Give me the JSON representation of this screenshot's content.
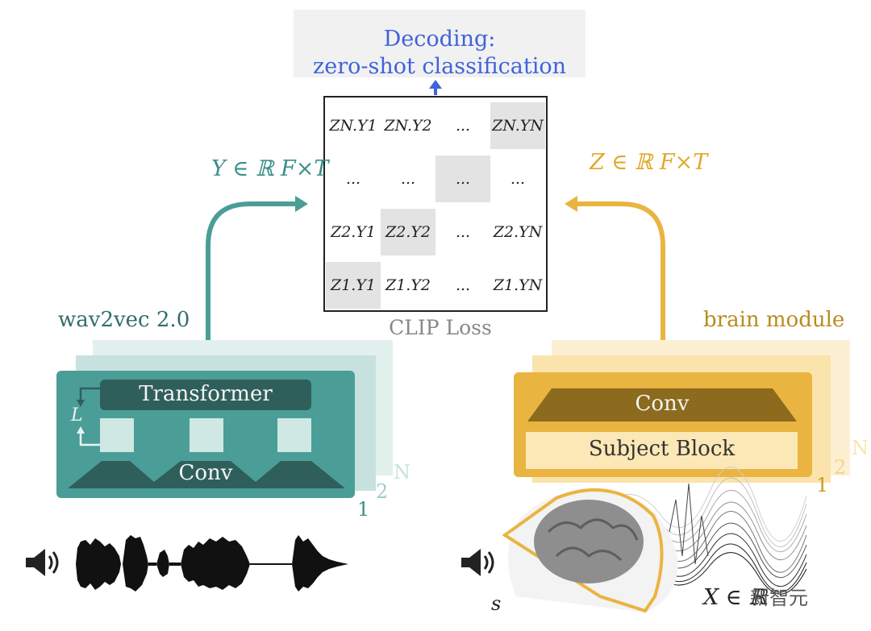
{
  "decoding": {
    "line1": "Decoding:",
    "line2": "zero-shot classification"
  },
  "matrix": {
    "rows": [
      [
        "ZN.Y1",
        "ZN.Y2",
        "...",
        "ZN.YN"
      ],
      [
        "...",
        "...",
        "...",
        "..."
      ],
      [
        "Z2.Y1",
        "Z2.Y2",
        "...",
        "Z2.YN"
      ],
      [
        "Z1.Y1",
        "Z1.Y2",
        "...",
        "Z1.YN"
      ]
    ]
  },
  "clip_loss": "CLIP Loss",
  "y_equation": "Y ∈ ℝ F×T",
  "z_equation": "Z ∈ ℝ F×T",
  "wav2vec": {
    "title": "wav2vec 2.0",
    "transformer": "Transformer",
    "conv": "Conv",
    "loop": "L",
    "layers": [
      "1",
      "2",
      "N"
    ]
  },
  "brain_module": {
    "title": "brain module",
    "conv": "Conv",
    "subject_block": "Subject Block",
    "layers": [
      "1",
      "2",
      "N"
    ]
  },
  "x_equation": "X ∈ ℝ",
  "s_label": "s",
  "watermark": "新智元",
  "colors": {
    "teal": "#4a9e97",
    "teal_dark": "#2f5f5b",
    "gold": "#eab440",
    "gold_dark": "#8c6a1e",
    "blue": "#3f63d9"
  }
}
